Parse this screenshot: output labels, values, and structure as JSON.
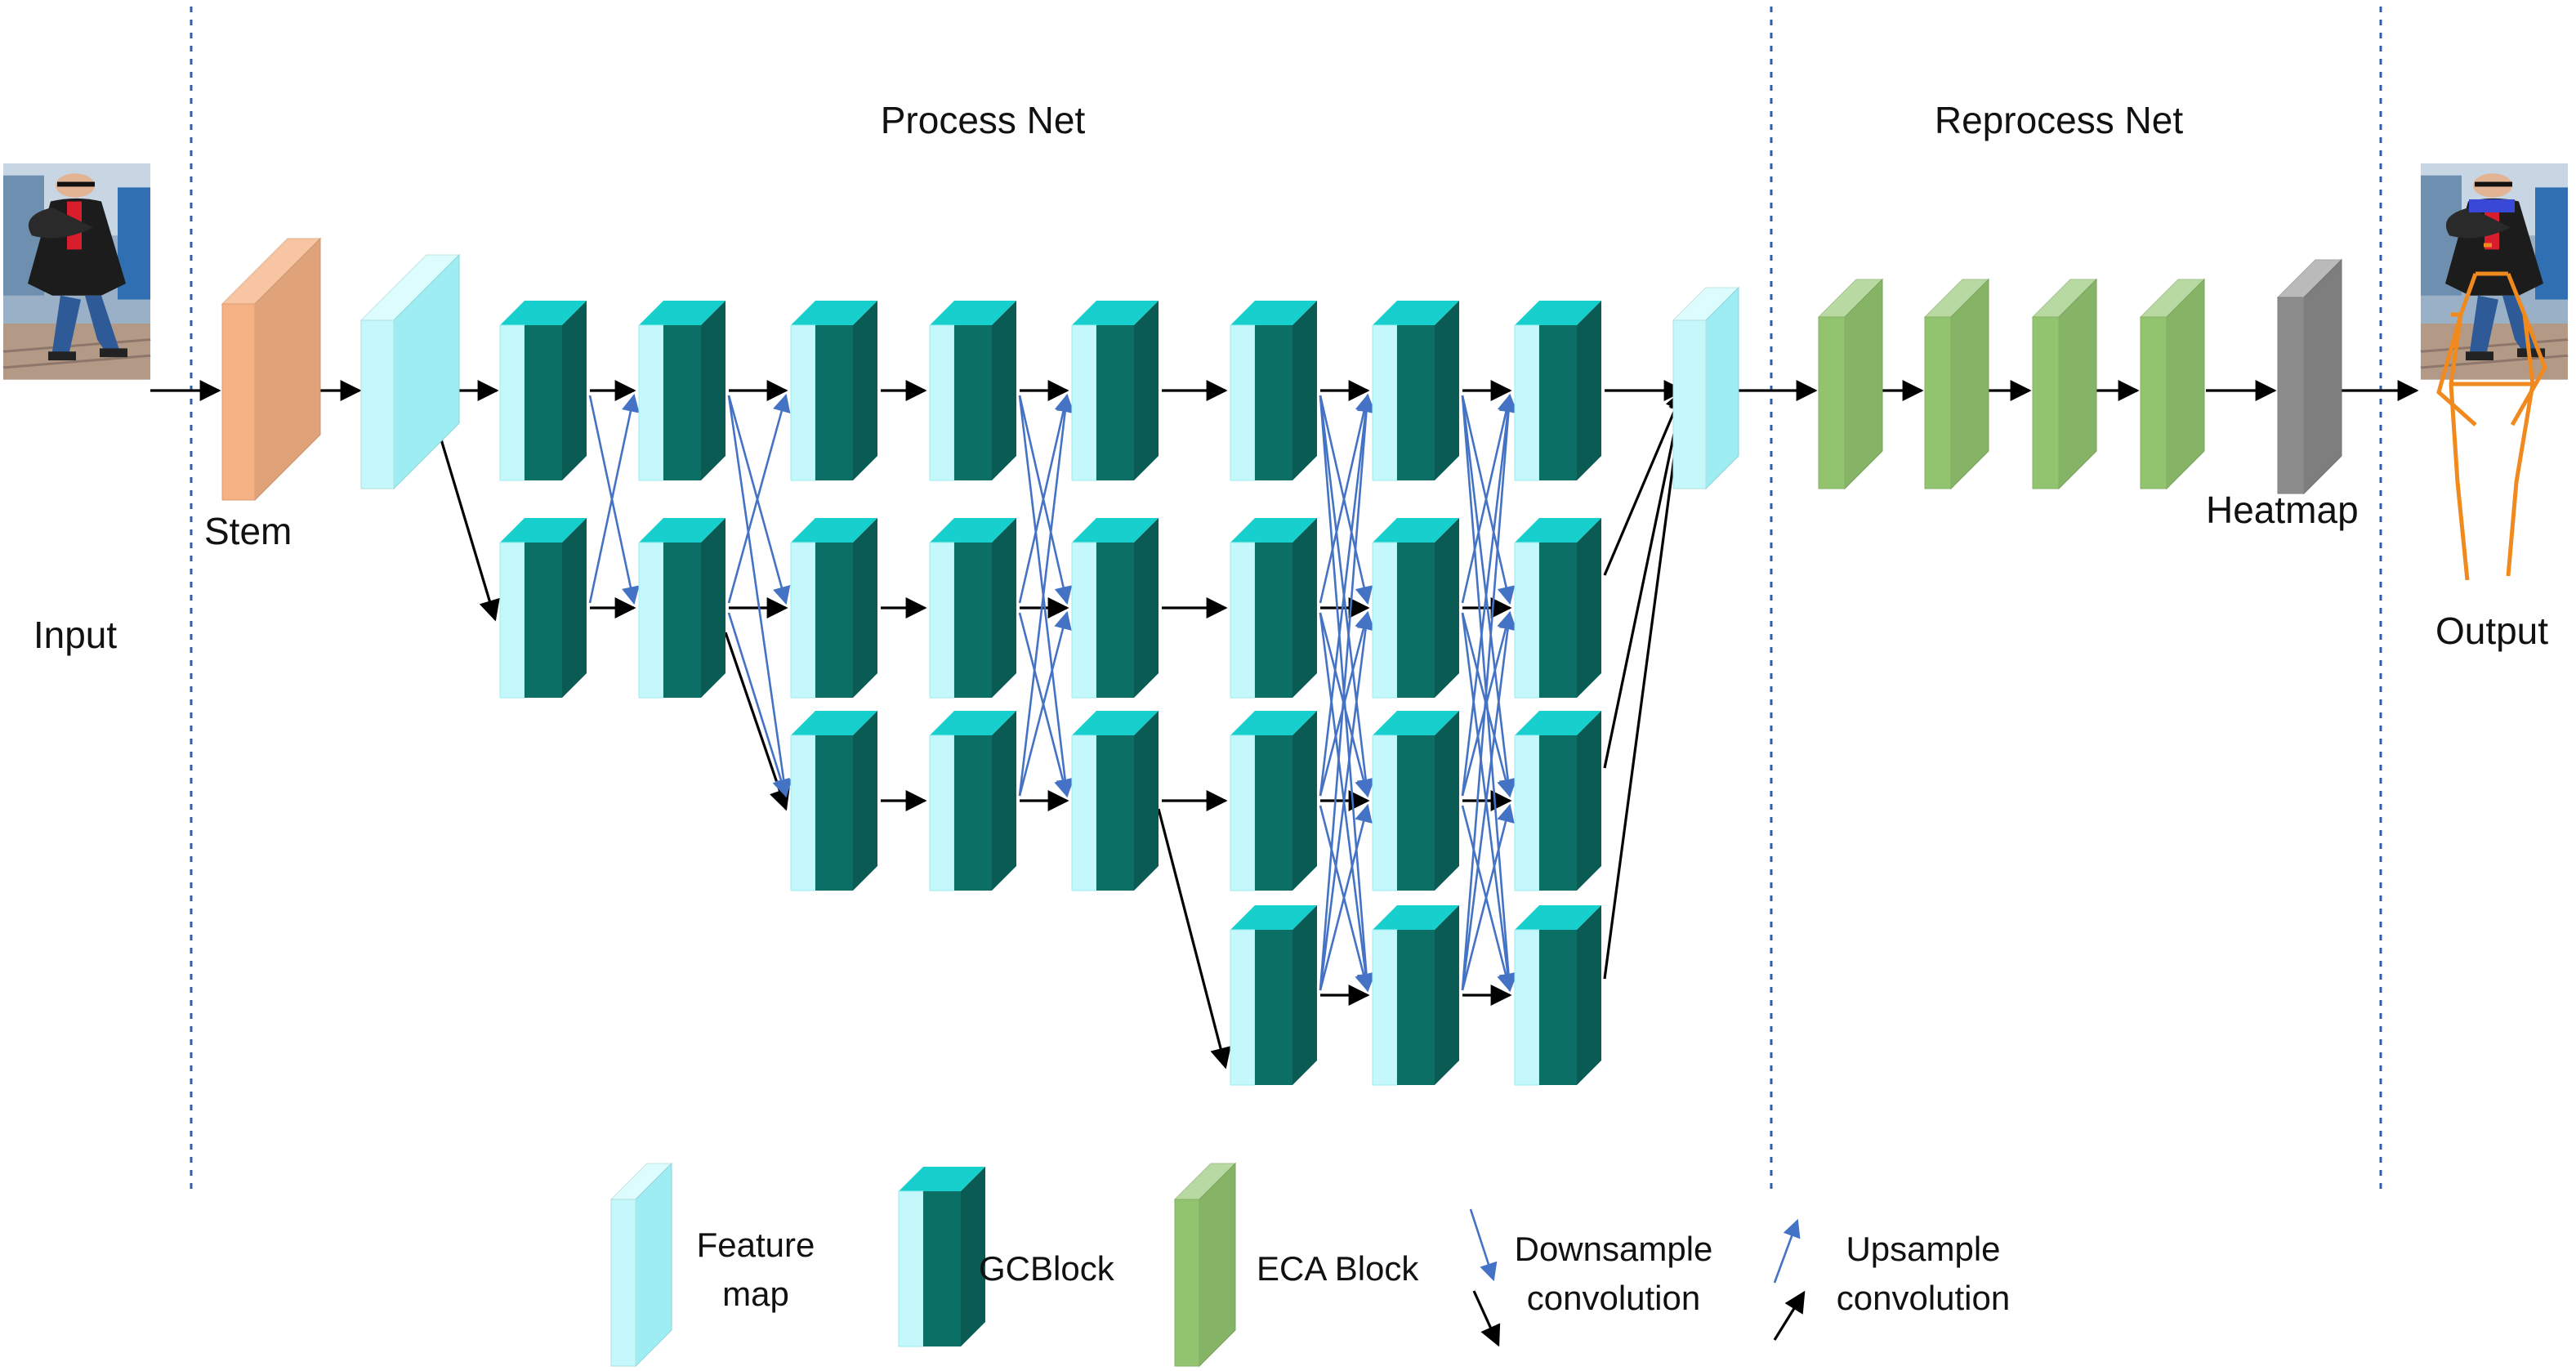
{
  "sections": {
    "process_title": "Process Net",
    "reprocess_title": "Reprocess Net"
  },
  "labels": {
    "input": "Input",
    "stem": "Stem",
    "heatmap": "Heatmap",
    "output": "Output"
  },
  "legend": {
    "feature_line1": "Feature",
    "feature_line2": "map",
    "gcblock": "GCBlock",
    "eca": "ECA Block",
    "down_line1": "Downsample",
    "down_line2": "convolution",
    "up_line1": "Upsample",
    "up_line2": "convolution"
  },
  "colors": {
    "stem": "#f4b183",
    "feature_map": "#b7f4f8",
    "gcblock": "#0b6f66",
    "gcblock_top": "#17d0cd",
    "eca": "#92c46f",
    "heatmap": "#8c8c8c",
    "down_up_arrow": "#4472c4",
    "divider": "#2e5fa8"
  }
}
